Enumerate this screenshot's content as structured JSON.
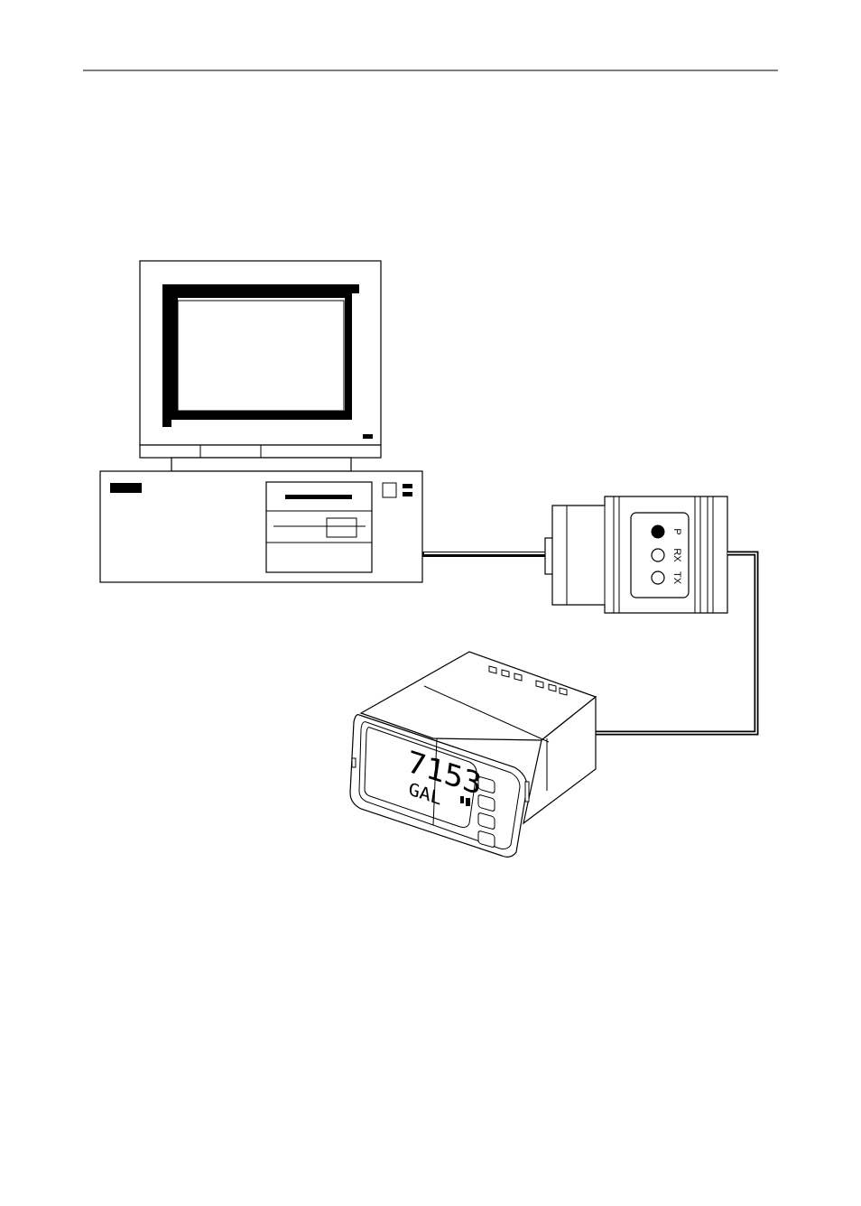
{
  "diagram": {
    "adapter": {
      "led_labels": [
        "P",
        "RX",
        "TX"
      ]
    },
    "meter": {
      "display_top": "7153",
      "display_bottom": "GAL"
    }
  }
}
